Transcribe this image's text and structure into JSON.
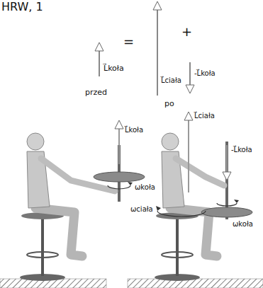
{
  "diagram": {
    "labels": [
      "HRW, 1",
      "L⃗koła",
      "=",
      "L⃗ciała",
      "+",
      "-L⃗koła",
      "przed",
      "po",
      "L⃗koła",
      "ωkoła",
      "L⃗ciała",
      "-L⃗koła",
      "ωciała",
      "ωkoła"
    ]
  }
}
